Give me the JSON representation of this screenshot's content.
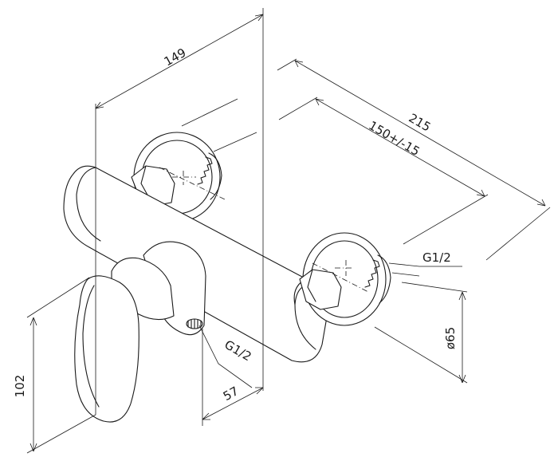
{
  "dimensions": [
    {
      "id": "overall-width",
      "label": "149"
    },
    {
      "id": "wall-span",
      "label": "215"
    },
    {
      "id": "inlet-spacing",
      "label": "150+/-15"
    },
    {
      "id": "inlet-thread-right",
      "label": "G1/2"
    },
    {
      "id": "flange-diameter",
      "label": "ø65"
    },
    {
      "id": "outlet-thread",
      "label": "G1/2"
    },
    {
      "id": "outlet-offset",
      "label": "57"
    },
    {
      "id": "handle-height",
      "label": "102"
    }
  ]
}
